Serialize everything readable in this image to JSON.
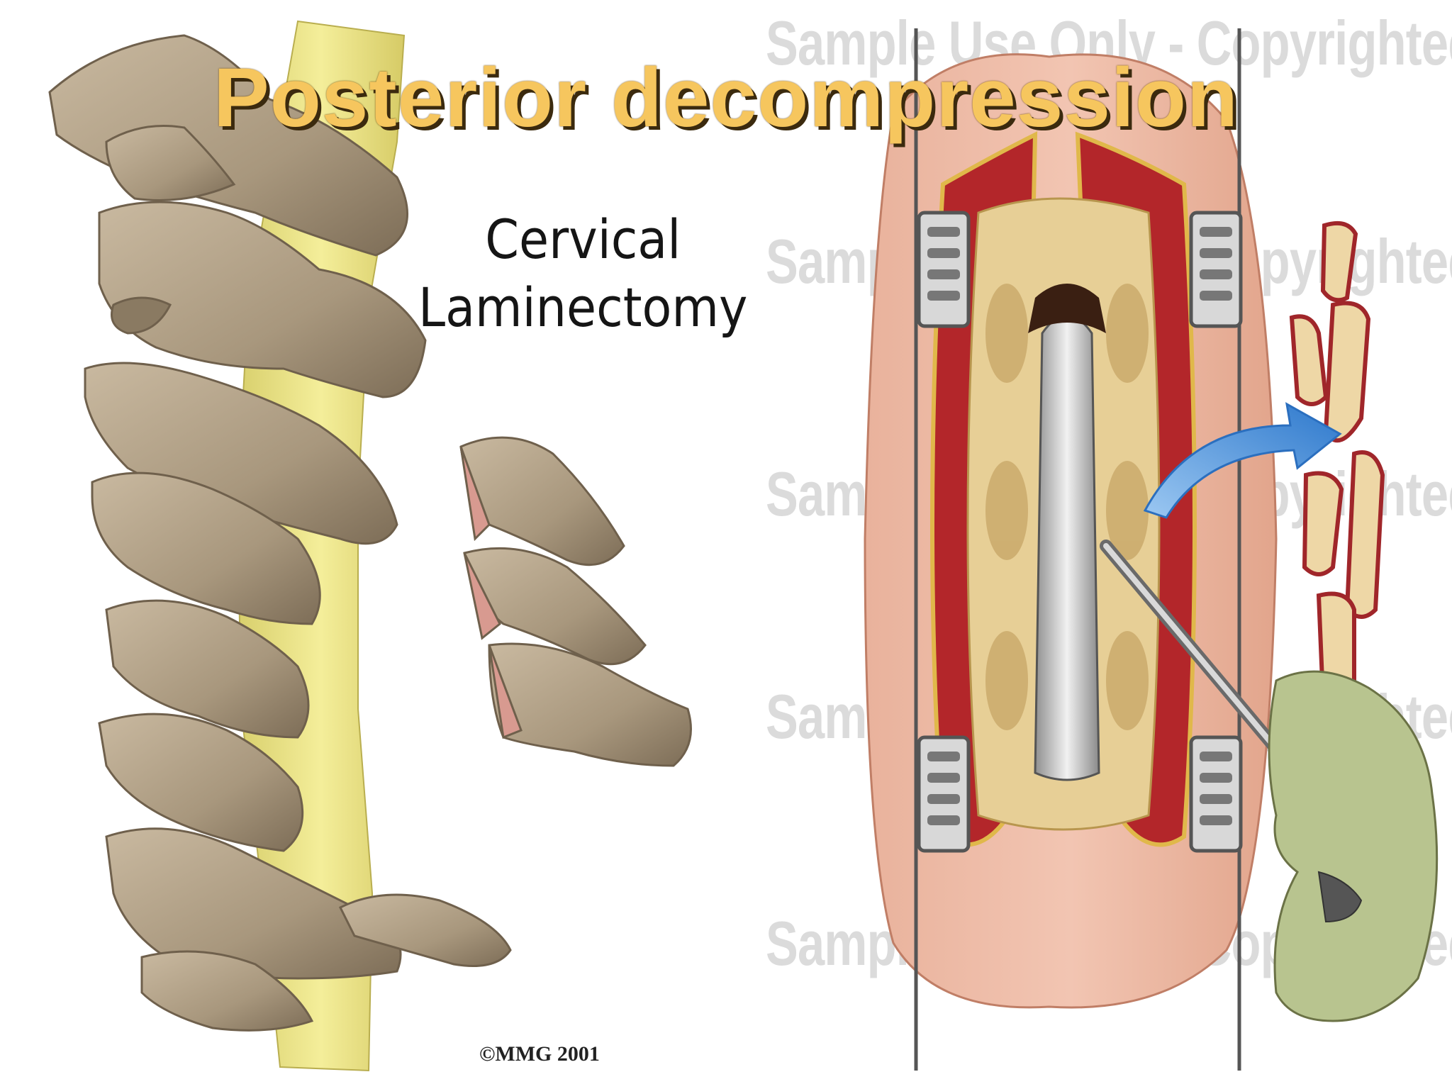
{
  "slide": {
    "title": "Posterior decompression"
  },
  "illustration_left": {
    "caption_line1": "Cervical",
    "caption_line2": "Laminectomy",
    "copyright": "©MMG 2001"
  },
  "watermark": {
    "text": "Sample Use Only - Copyrighted"
  },
  "colors": {
    "title_fill": "#f6c65e",
    "title_shadow": "#3b2a0e",
    "bone": "#b7a58c",
    "spinal_cord": "#eee58a",
    "muscle": "#b3262a",
    "skin": "#e6a88f",
    "arrow": "#4a8fd8",
    "glove": "#b8c48f"
  },
  "icons": {
    "arrow": "curved-arrow-icon"
  }
}
